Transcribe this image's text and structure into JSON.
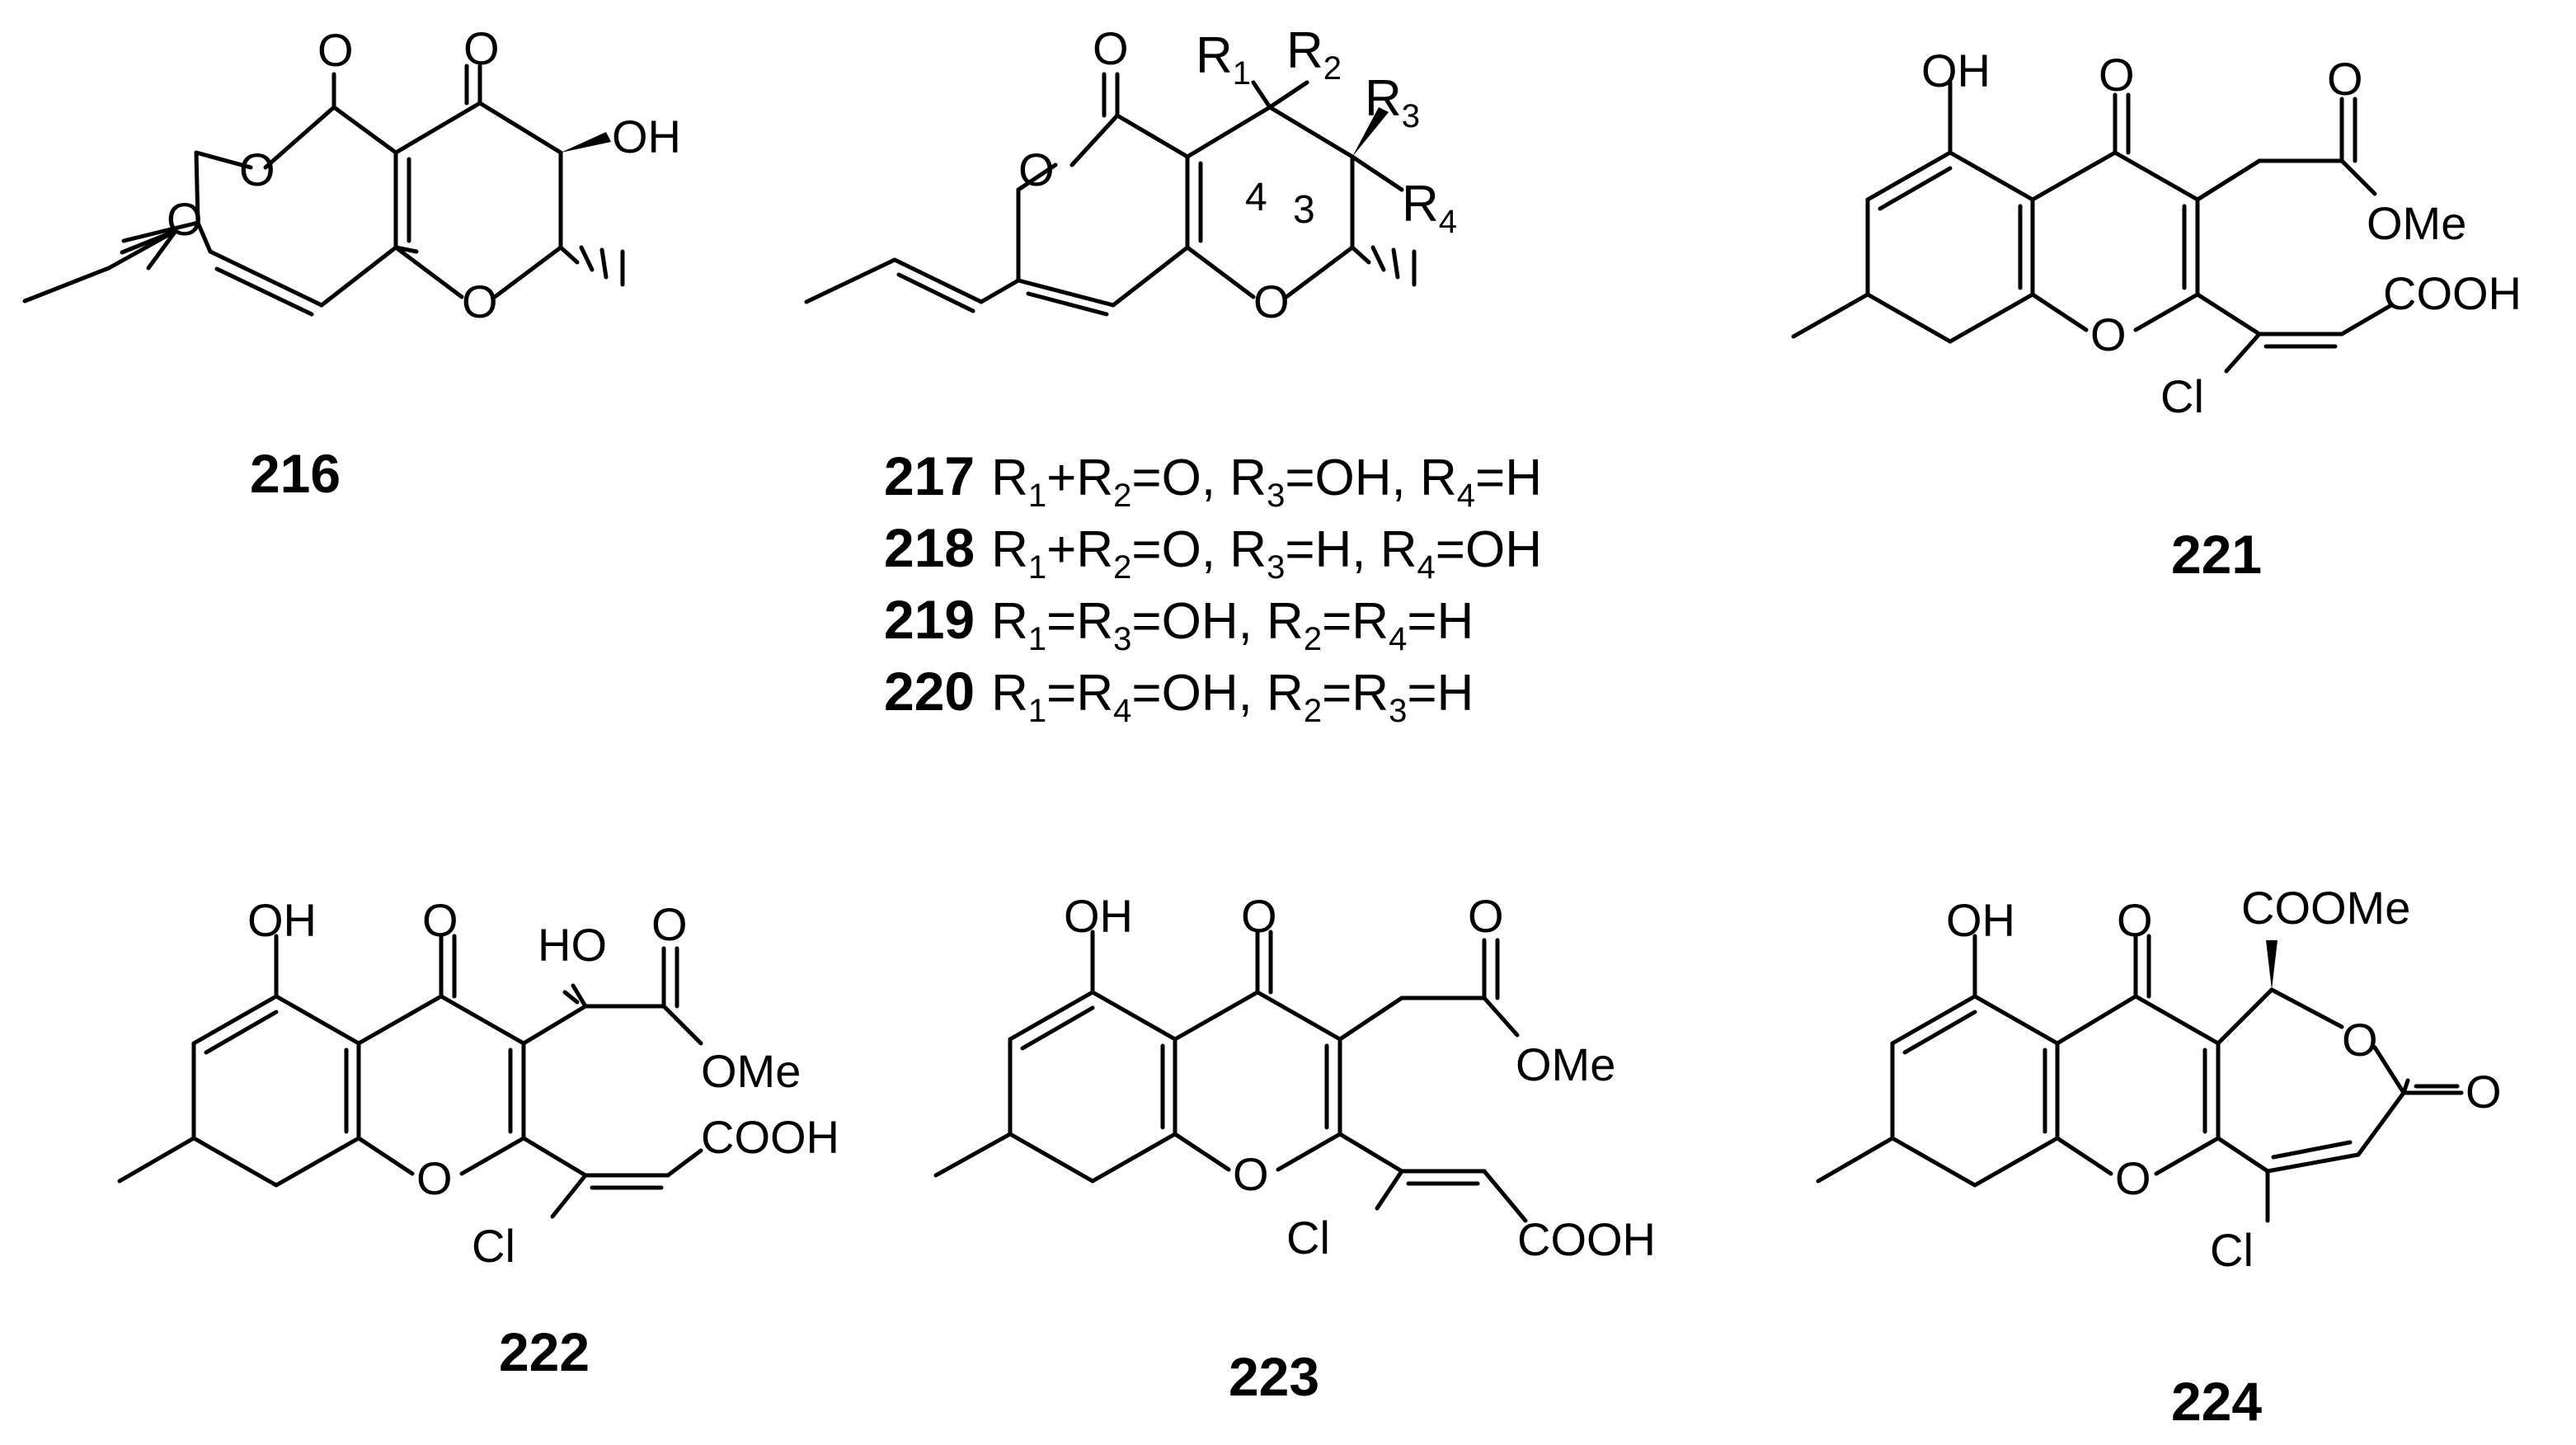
{
  "compounds": {
    "c216": {
      "id": "216"
    },
    "c217": {
      "id": "217",
      "desc_tail": "=O, R",
      "d1": "=OH, R",
      "d2": "=H"
    },
    "c218": {
      "id": "218",
      "desc_tail": "=O, R",
      "d1": "=H, R",
      "d2": "=OH"
    },
    "c219": {
      "id": "219",
      "d0": "=R",
      "d1": "=OH, R",
      "d2": "=R",
      "d3": "=H"
    },
    "c220": {
      "id": "220",
      "d0": "=R",
      "d1": "=OH, R",
      "d2": "=R",
      "d3": "=H"
    },
    "c221": {
      "id": "221"
    },
    "c222": {
      "id": "222"
    },
    "c223": {
      "id": "223"
    },
    "c224": {
      "id": "224"
    }
  },
  "labels": {
    "O": "O",
    "OH": "OH",
    "HO": "HO",
    "OMe": "OMe",
    "COOH": "COOH",
    "COOMe": "COOMe",
    "Cl": "Cl",
    "R": "R",
    "plus": "+",
    "s1": "1",
    "s2": "2",
    "s3": "3",
    "s4": "4",
    "loc3": "3",
    "loc4": "4"
  }
}
